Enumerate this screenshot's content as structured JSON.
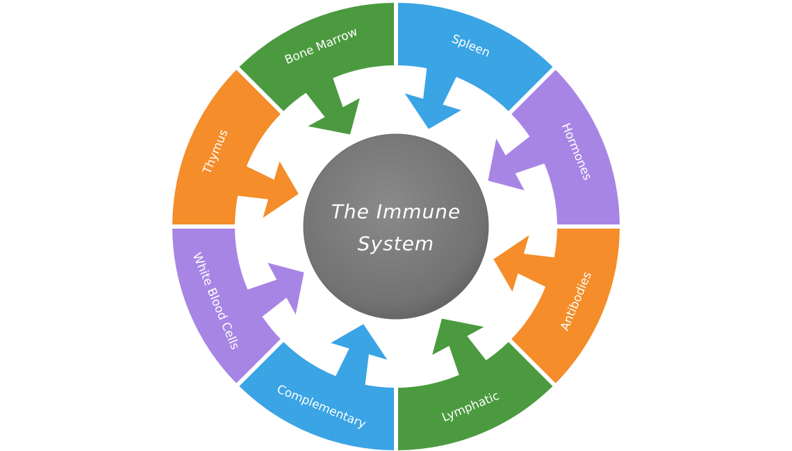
{
  "diagram": {
    "center": {
      "line1": "The Immune",
      "line2": "System",
      "color": "#7b7b7b"
    },
    "segments": [
      {
        "label": "Spleen",
        "color": "#3aa4e4"
      },
      {
        "label": "Hormones",
        "color": "#a785e4"
      },
      {
        "label": "Antibodies",
        "color": "#f48d2a"
      },
      {
        "label": "Lymphatic",
        "color": "#4b9a3f"
      },
      {
        "label": "Complementary",
        "color": "#3aa4e4"
      },
      {
        "label": "White Blood Cells",
        "color": "#a785e4"
      },
      {
        "label": "Thymus",
        "color": "#f48d2a"
      },
      {
        "label": "Bone Marrow",
        "color": "#4b9a3f"
      }
    ]
  }
}
